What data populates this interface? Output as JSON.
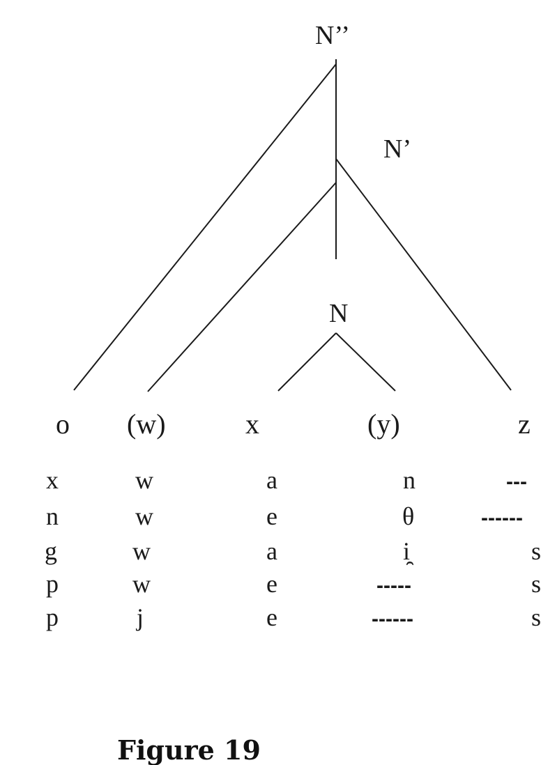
{
  "tree": {
    "nodes": {
      "n_double_bar": "N’’",
      "n_bar": "N’",
      "n": "N"
    },
    "leaves": [
      "o",
      "(w)",
      "x",
      "(y)",
      "z"
    ]
  },
  "table": {
    "rows": [
      [
        "x",
        "w",
        "a",
        "n",
        "---"
      ],
      [
        "n",
        "w",
        "e",
        "θ",
        "------"
      ],
      [
        "g",
        "w",
        "a",
        "i̯",
        "s"
      ],
      [
        "p",
        "w",
        "e",
        "-----",
        "s"
      ],
      [
        "p",
        "j",
        "e",
        "------",
        "s"
      ]
    ]
  },
  "caption": "Figure 19"
}
